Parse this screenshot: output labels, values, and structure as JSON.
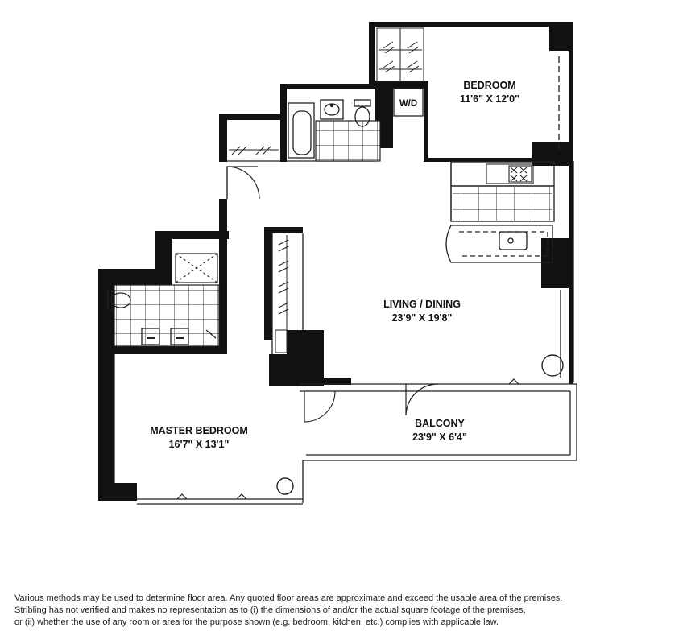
{
  "rooms": {
    "bedroom": {
      "name": "BEDROOM",
      "dims": "11'6\"  X 12'0\""
    },
    "living": {
      "name": "LIVING / DINING",
      "dims": "23'9\"  X 19'8\""
    },
    "master": {
      "name": "MASTER BEDROOM",
      "dims": "16'7\"  X 13'1\""
    },
    "balcony": {
      "name": "BALCONY",
      "dims": "23'9\"  X 6'4\""
    }
  },
  "fixtures": {
    "washer_dryer": "W/D"
  },
  "disclaimer": {
    "line1": "Various methods may be used to determine floor area.  Any quoted floor areas are approximate and exceed the usable area of the premises.",
    "line2": "Stribling has not verified and makes no representation as to (i) the dimensions of and/or the actual square footage of the premises,",
    "line3": "or (ii) whether the use of any room or area for the purpose shown (e.g. bedroom, kitchen, etc.) complies with applicable law."
  },
  "colors": {
    "wall": "#111111",
    "line": "#222222",
    "background": "#ffffff"
  }
}
